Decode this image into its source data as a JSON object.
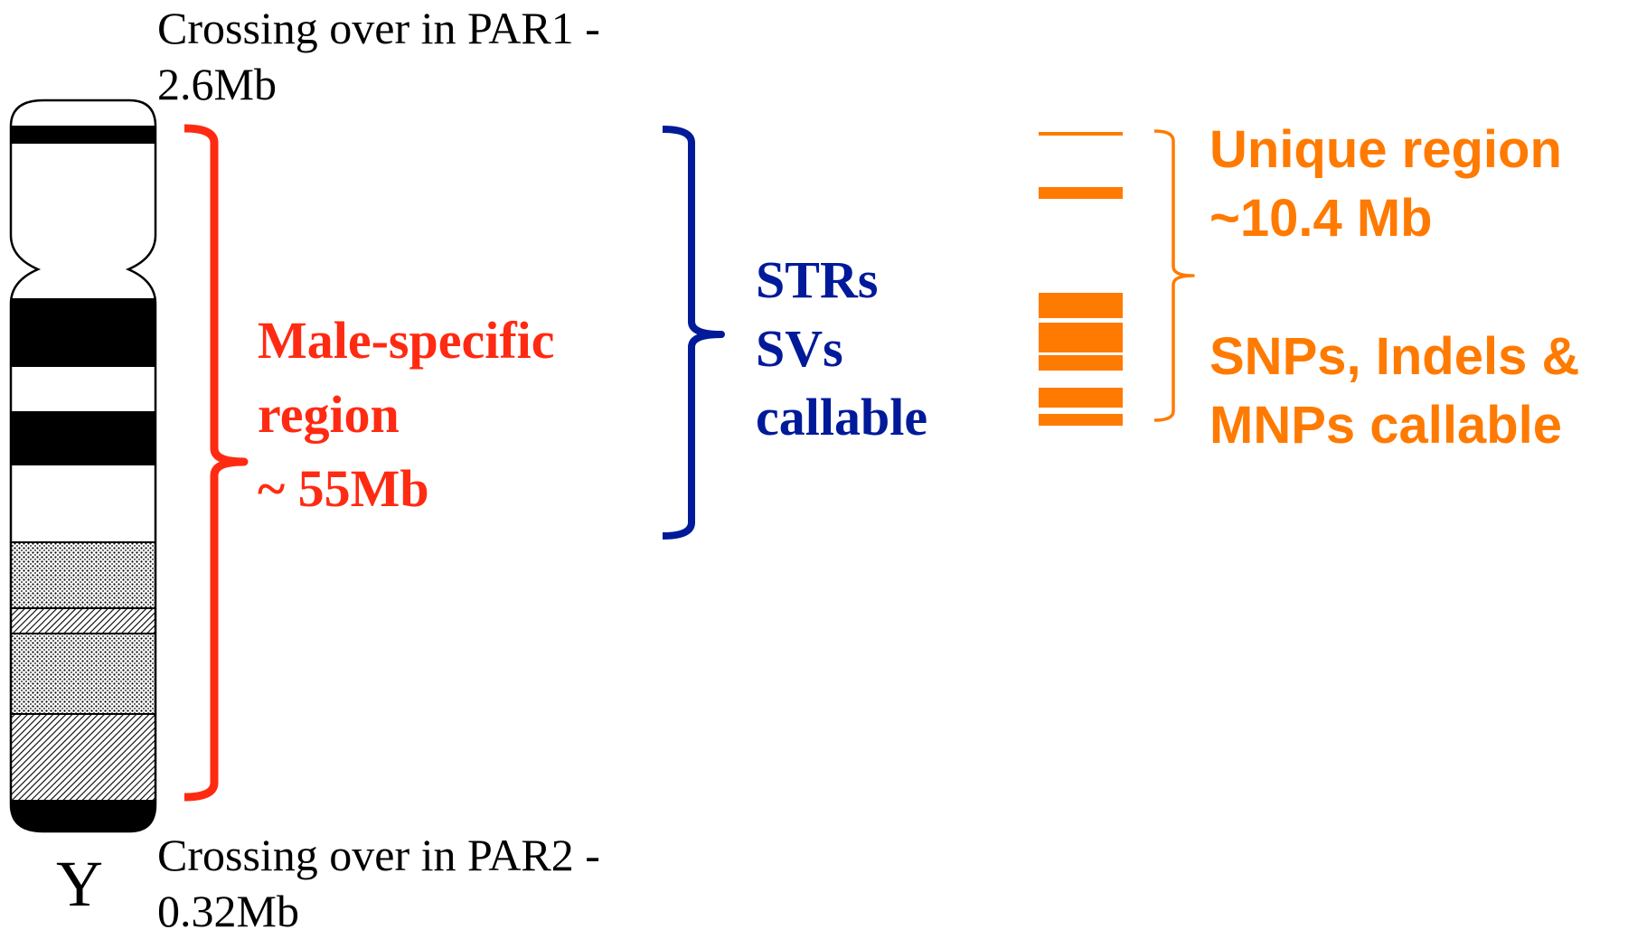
{
  "par1_label": [
    "Crossing over in PAR1 -",
    "2.6Mb"
  ],
  "par2_label": [
    "Crossing over in PAR2 -",
    "0.32Mb"
  ],
  "chromosome_label": "Y",
  "male_specific_label": [
    "Male-specific",
    "region",
    "~ 55Mb"
  ],
  "str_sv_label": [
    "STRs",
    "SVs",
    "callable"
  ],
  "unique_region_label": [
    "Unique region",
    "~10.4 Mb"
  ],
  "snp_label": [
    "SNPs, Indels &",
    "MNPs callable"
  ],
  "colors": {
    "male_specific": "#ff2a12",
    "str_sv": "#001a99",
    "unique": "#ff7a00",
    "chromosome_band": "#000000"
  }
}
